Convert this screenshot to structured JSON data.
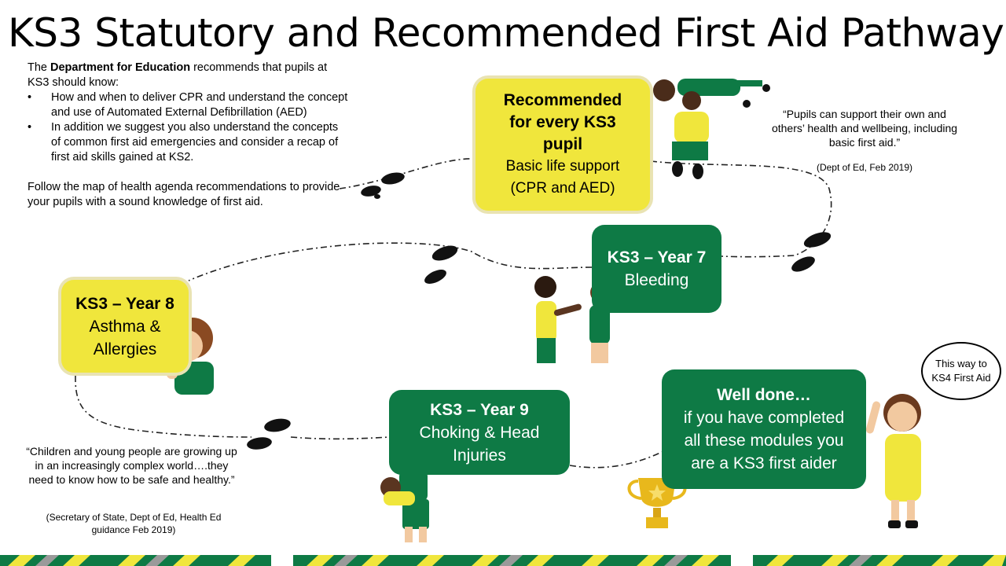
{
  "title": "KS3 Statutory and Recommended First Aid Pathway",
  "intro": {
    "pre": "The ",
    "bold": "Department for Education",
    "post": " recommends that pupils at KS3 should know:",
    "bullets": [
      "How and when to deliver CPR and understand the concept and use of Automated External Defibrillation (AED)",
      "In addition we suggest you also understand the concepts of common first aid emergencies and consider a recap of first aid skills gained at KS2."
    ],
    "bullet_char": "•",
    "follow": "Follow the map of health agenda recommendations to provide your pupils with a sound knowledge of first aid."
  },
  "quotes": {
    "pupils": "“Pupils can support their own and others’ health and wellbeing, including basic first aid.”",
    "pupils_cite": "(Dept of Ed, Feb 2019)",
    "children": "“Children and young people are growing up in an increasingly complex world….they need to know how to be safe and healthy.”",
    "children_cite": "(Secretary of State, Dept of Ed, Health Ed guidance Feb 2019)"
  },
  "boxes": {
    "recommended": {
      "line1": "Recommended",
      "line2": "for every KS3",
      "line3": "pupil",
      "line4": "Basic life support",
      "line5": "(CPR and AED)"
    },
    "year7": {
      "heading": "KS3 – Year 7",
      "topic": "Bleeding"
    },
    "year8": {
      "heading": "KS3 – Year 8",
      "topic1": "Asthma &",
      "topic2": "Allergies"
    },
    "year9": {
      "heading": "KS3 – Year 9",
      "topic1": "Choking & Head",
      "topic2": "Injuries"
    },
    "welldone": {
      "heading": "Well done…",
      "line1": "if you have completed",
      "line2": "all these modules you",
      "line3": "are a KS3 first aider"
    }
  },
  "speech_bubble": "This way to KS4 First Aid",
  "colors": {
    "green": "#0e7a45",
    "yellow": "#f0e63c",
    "skin_dark": "#4a2c1a",
    "skin_light": "#f2c9a0",
    "gold": "#e8b81c"
  },
  "icons": [
    "footprints-icon",
    "trophy-icon",
    "pupil-illustration",
    "speech-bubble"
  ]
}
